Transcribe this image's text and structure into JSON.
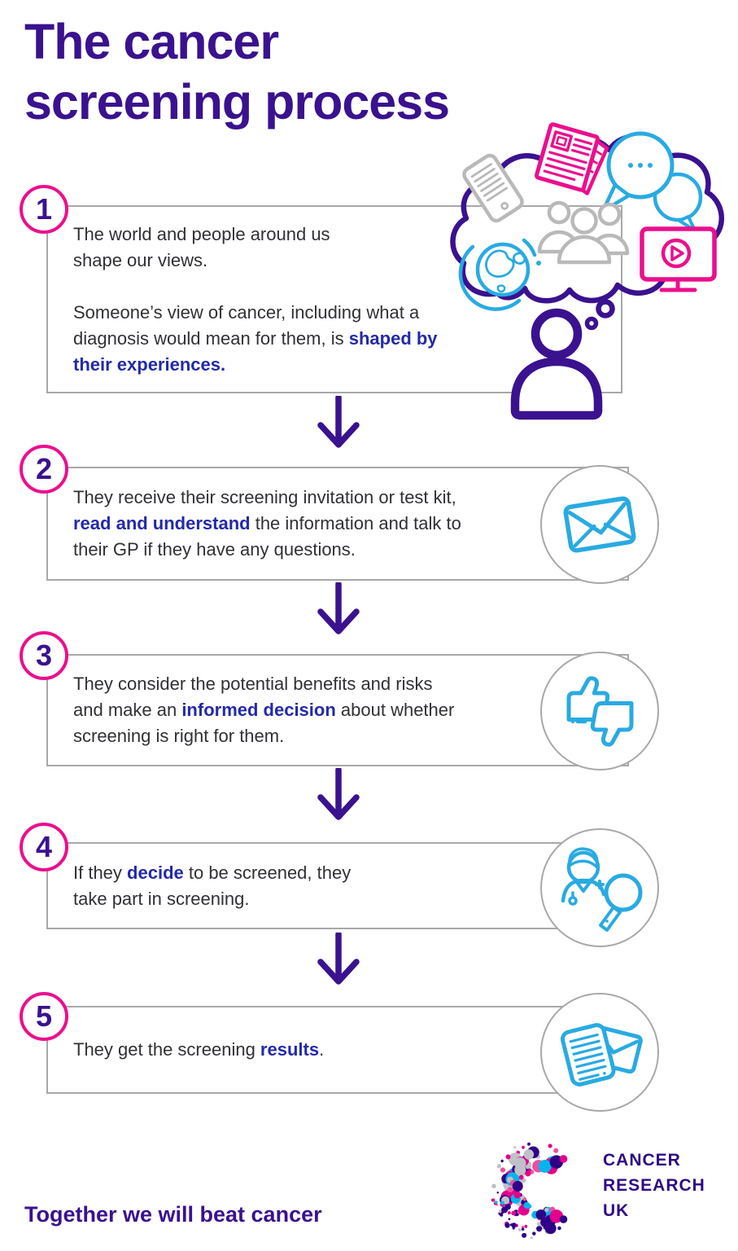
{
  "title": {
    "line1": "The cancer",
    "line2": "screening process"
  },
  "steps": [
    {
      "number": "1",
      "icon": "thought-cloud",
      "segments": [
        {
          "t": "The world and people around us\nshape our views.\n\nSomeone’s view of cancer, including what a\ndiagnosis would mean for them, is "
        },
        {
          "t": "shaped by\ntheir experiences.",
          "em": true
        }
      ]
    },
    {
      "number": "2",
      "icon": "envelope",
      "segments": [
        {
          "t": "They receive their screening invitation or test kit,\n"
        },
        {
          "t": "read and understand",
          "em": true
        },
        {
          "t": " the information and talk to\ntheir GP if they have any questions."
        }
      ]
    },
    {
      "number": "3",
      "icon": "thumbs-up-down",
      "segments": [
        {
          "t": "They consider the potential benefits and risks\nand make an "
        },
        {
          "t": "informed decision",
          "em": true
        },
        {
          "t": " about whether\nscreening is right for them."
        }
      ]
    },
    {
      "number": "4",
      "icon": "doctor-magnifier",
      "segments": [
        {
          "t": "If they "
        },
        {
          "t": "decide",
          "em": true
        },
        {
          "t": " to be screened, they\ntake part in screening."
        }
      ]
    },
    {
      "number": "5",
      "icon": "results-letter",
      "segments": [
        {
          "t": "They get the screening "
        },
        {
          "t": "results",
          "em": true
        },
        {
          "t": "."
        }
      ]
    }
  ],
  "footer": {
    "tagline": "Together we will beat cancer",
    "logo": {
      "line1": "CANCER",
      "line2": "RESEARCH",
      "line3": "UK"
    }
  },
  "colors": {
    "purple": "#3a118f",
    "pink": "#ec0f8d",
    "icon_blue": "#29abe2",
    "emphasis_blue": "#232aaa",
    "border_gray": "#a8a8a8",
    "icon_gray": "#b9b9b9",
    "logo_purple": "#2e0b85",
    "logo_palette": [
      "#2e0188",
      "#e4008c",
      "#00b6ed",
      "#c0c0c8",
      "#f04fa0"
    ]
  }
}
